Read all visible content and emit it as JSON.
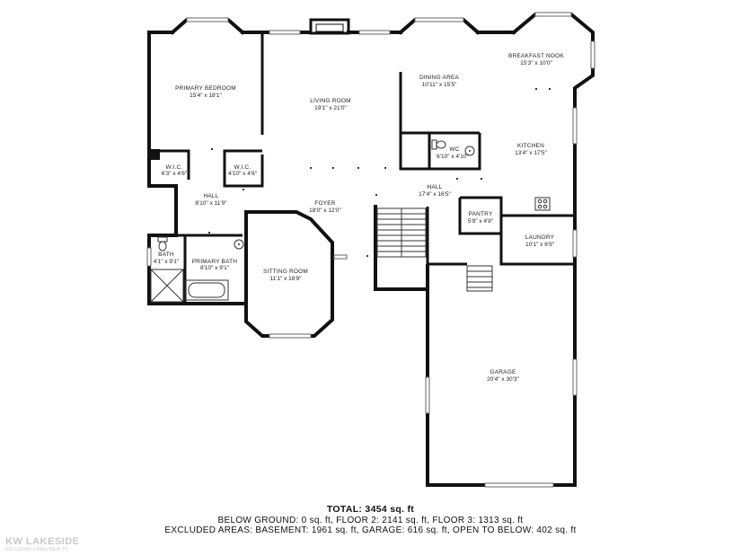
{
  "rooms": {
    "primary_bedroom": {
      "name": "PRIMARY BEDROOM",
      "dim": "15'4\" x 18'1\""
    },
    "living_room": {
      "name": "LIVING ROOM",
      "dim": "19'1\" x 21'0\""
    },
    "dining_area": {
      "name": "DINING AREA",
      "dim": "10'11\" x 15'5\""
    },
    "breakfast_nook": {
      "name": "BREAKFAST NOOK",
      "dim": "15'3\" x 10'0\""
    },
    "wc": {
      "name": "WC",
      "dim": "6'10\" x 4'10\""
    },
    "kitchen": {
      "name": "KITCHEN",
      "dim": "13'4\" x 17'5\""
    },
    "wic_left": {
      "name": "W.I.C.",
      "dim": "6'3\" x 4'6\""
    },
    "wic_right": {
      "name": "W.I.C.",
      "dim": "4'10\" x 4'6\""
    },
    "hall_left": {
      "name": "HALL",
      "dim": "8'10\" x 11'9\""
    },
    "foyer": {
      "name": "FOYER",
      "dim": "18'0\" x 12'0\""
    },
    "hall_center": {
      "name": "HALL",
      "dim": "17'4\" x 16'5\""
    },
    "pantry": {
      "name": "PANTRY",
      "dim": "5'9\" x 4'8\""
    },
    "laundry": {
      "name": "LAUNDRY",
      "dim": "10'1\" x 6'9\""
    },
    "bath": {
      "name": "BATH",
      "dim": "4'1\" x 9'1\""
    },
    "primary_bath": {
      "name": "PRIMARY BATH",
      "dim": "8'10\" x 9'1\""
    },
    "sitting_room": {
      "name": "SITTING ROOM",
      "dim": "11'1\" x 16'9\""
    },
    "garage": {
      "name": "GARAGE",
      "dim": "20'4\" x 30'3\""
    }
  },
  "summary": {
    "total": "TOTAL: 3454 sq. ft",
    "line1": "BELOW GROUND: 0 sq. ft, FLOOR 2: 2141 sq. ft, FLOOR 3: 1313 sq. ft",
    "line2": "EXCLUDED AREAS: BASEMENT: 1961 sq. ft, GARAGE: 616 sq. ft, OPEN TO BELOW: 402 sq. ft"
  },
  "watermark": {
    "brand": "KW LAKESIDE",
    "sub": "KELLERWILLIAMS REALTY"
  }
}
